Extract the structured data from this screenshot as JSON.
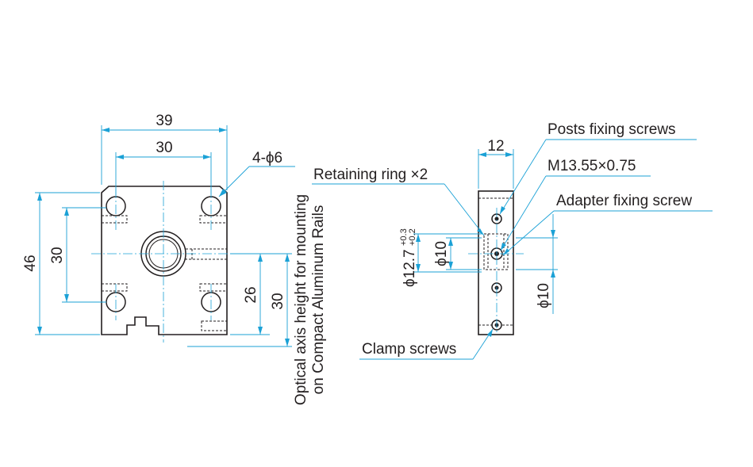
{
  "front_view": {
    "dim_width_outer": "39",
    "dim_width_holes": "30",
    "dim_height_outer": "46",
    "dim_height_holes": "30",
    "dim_axis_height_26": "26",
    "dim_axis_height_30": "30",
    "hole_callout": "4-ϕ6",
    "axis_note_line1": "Optical axis height for mounting",
    "axis_note_line2": "on Compact Aluminum Rails"
  },
  "side_view": {
    "dim_thickness": "12",
    "dim_dia_127_prefix": "ϕ12.7",
    "dim_dia_127_tol_upper": "+0.3",
    "dim_dia_127_tol_lower": "+0.2",
    "dim_dia_10_left": "ϕ10",
    "dim_dia_10_right": "ϕ10"
  },
  "callouts": {
    "posts_fixing_screws": "Posts fixing screws",
    "thread_spec": "M13.55×0.75",
    "adapter_fixing_screw": "Adapter fixing screw",
    "retaining_ring": "Retaining ring ×2",
    "clamp_screws": "Clamp screws"
  },
  "colors": {
    "outline": "#231f20",
    "dimension": "#1ba1d6"
  }
}
